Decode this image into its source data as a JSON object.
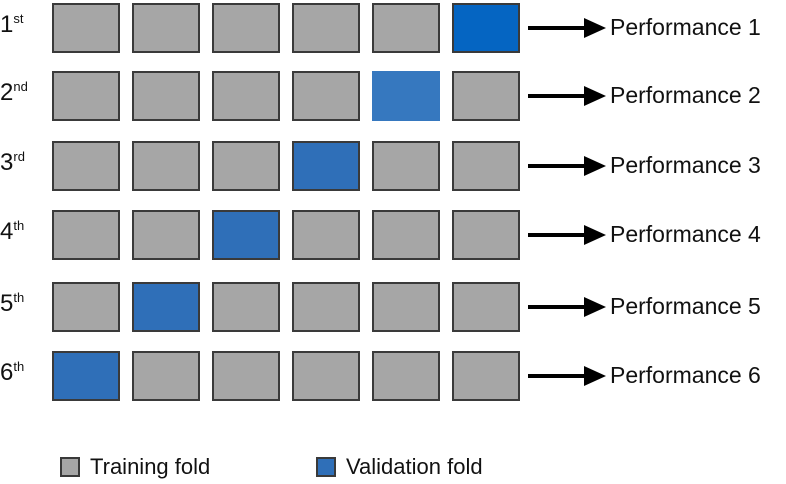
{
  "colors": {
    "training": "#a6a6a6",
    "validation": "#2f6fb8",
    "validation_first": "#0565c2",
    "validation_second": "#3678bf",
    "border": "#3a3a3a"
  },
  "diagram": {
    "folds_per_iteration": 6,
    "iterations": [
      {
        "ordinal": "1",
        "suffix": "st",
        "validation_fold": 6,
        "performance": "Performance 1"
      },
      {
        "ordinal": "2",
        "suffix": "nd",
        "validation_fold": 5,
        "performance": "Performance 2"
      },
      {
        "ordinal": "3",
        "suffix": "rd",
        "validation_fold": 4,
        "performance": "Performance 3"
      },
      {
        "ordinal": "4",
        "suffix": "th",
        "validation_fold": 3,
        "performance": "Performance 4"
      },
      {
        "ordinal": "5",
        "suffix": "th",
        "validation_fold": 2,
        "performance": "Performance 5"
      },
      {
        "ordinal": "6",
        "suffix": "th",
        "validation_fold": 1,
        "performance": "Performance 6"
      }
    ]
  },
  "legend": {
    "training_label": "Training fold",
    "validation_label": "Validation fold"
  }
}
